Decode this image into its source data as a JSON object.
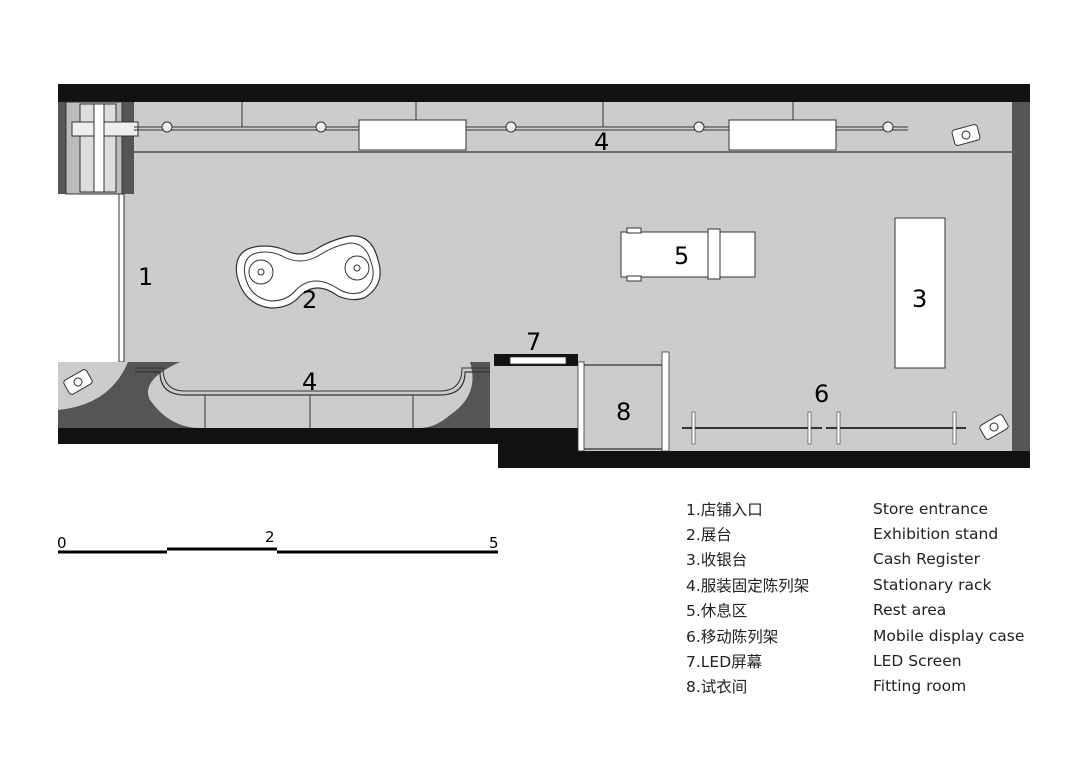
{
  "plan": {
    "zones": [
      {
        "num": "1",
        "name": "store-entrance"
      },
      {
        "num": "2",
        "name": "exhibition-stand"
      },
      {
        "num": "3",
        "name": "cash-register"
      },
      {
        "num": "4",
        "name": "stationary-rack"
      },
      {
        "num": "5",
        "name": "rest-area"
      },
      {
        "num": "6",
        "name": "mobile-display-case"
      },
      {
        "num": "7",
        "name": "led-screen"
      },
      {
        "num": "8",
        "name": "fitting-room"
      }
    ],
    "colors": {
      "floor": "#cccccc",
      "wall": "#111111",
      "inner_wall": "#555555",
      "furniture": "#ffffff",
      "line": "#333333"
    }
  },
  "scale": {
    "labels": [
      "0",
      "2",
      "5"
    ]
  },
  "legend": [
    {
      "cn": "1.店铺入口",
      "en": "Store entrance"
    },
    {
      "cn": "2.展台",
      "en": "Exhibition stand"
    },
    {
      "cn": "3.收银台",
      "en": "Cash Register"
    },
    {
      "cn": "4.服装固定陈列架",
      "en": "Stationary rack"
    },
    {
      "cn": "5.休息区",
      "en": "Rest area"
    },
    {
      "cn": "6.移动陈列架",
      "en": "Mobile display case"
    },
    {
      "cn": "7.LED屏幕",
      "en": "LED Screen"
    },
    {
      "cn": "8.试衣间",
      "en": "Fitting room"
    }
  ]
}
